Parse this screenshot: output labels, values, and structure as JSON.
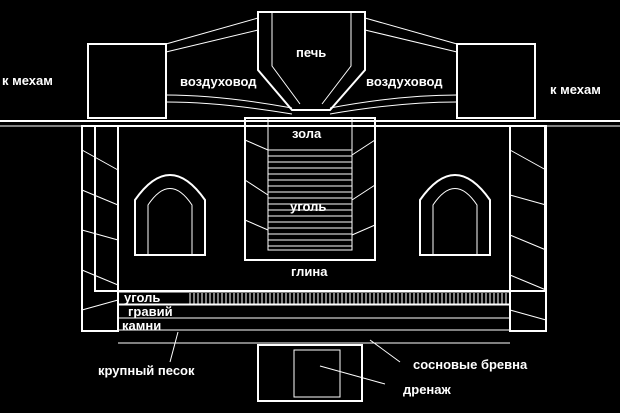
{
  "title": "Схема печи",
  "labels": {
    "bellows_left": "к мехам",
    "bellows_right": "к мехам",
    "furnace": "печь",
    "air_duct_left": "воздуховод",
    "air_duct_right": "воздуховод",
    "ash": "зола",
    "coal_shaft": "уголь",
    "clay": "глина",
    "coal_layer": "уголь",
    "gravel": "гравий",
    "stones": "камни",
    "coarse_sand": "крупный песок",
    "pine_logs": "сосновые бревна",
    "drainage": "дренаж"
  },
  "colors": {
    "background": "#000000",
    "lines": "#ffffff"
  }
}
